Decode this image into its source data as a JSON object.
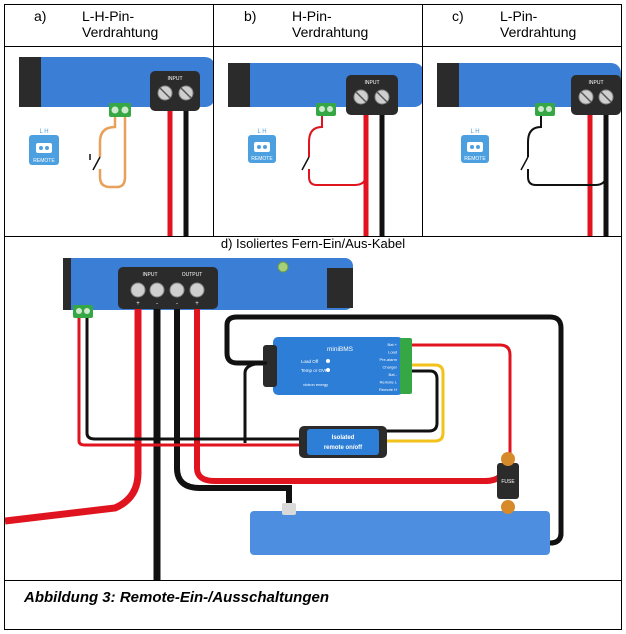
{
  "panels": [
    {
      "letter": "a)",
      "title": "L-H-Pin-\nVerdrahtung"
    },
    {
      "letter": "b)",
      "title": "H-Pin-\nVerdrahtung"
    },
    {
      "letter": "c)",
      "title": "L-Pin-\nVerdrahtung"
    }
  ],
  "panel_d_title": "d) Isoliertes Fern-Ein/Aus-Kabel",
  "caption": "Abbildung 3: Remote-Ein-/Ausschaltungen",
  "labels": {
    "input": "INPUT",
    "output": "OUTPUT",
    "remote_lh": "L  H",
    "remote": "REMOTE",
    "plus": "+",
    "minus": "-",
    "minibms": "miniBMS",
    "load_off": "Load Off",
    "temp_or_ovp": "Temp or OVP",
    "victron": "victron energy",
    "bms_pins": [
      "Bat +",
      "Load",
      "Pre-alarm",
      "Charger",
      "Bat -",
      "Remote L",
      "Remote H"
    ],
    "isolated_1": "Isolated",
    "isolated_2": "remote on/off",
    "fuse": "FUSE"
  },
  "colors": {
    "device_blue": "#3a7fd5",
    "device_dark": "#2b2b2b",
    "red_wire": "#e0141e",
    "orange_wire": "#e8a05a",
    "yellow_wire": "#f2c21a",
    "green_terminal": "#35a845",
    "battery_blue": "#4d8ee0"
  }
}
